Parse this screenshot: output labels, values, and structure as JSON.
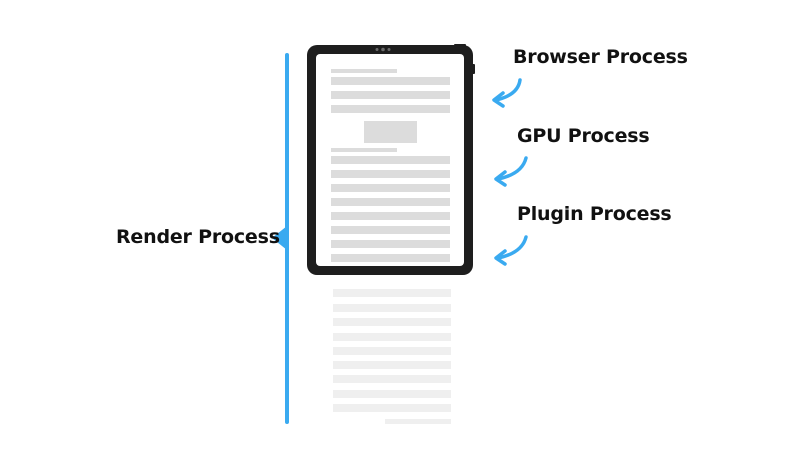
{
  "labels": {
    "browser": "Browser Process",
    "gpu": "GPU Process",
    "plugin": "Plugin Process",
    "render": "Render Process"
  },
  "colors": {
    "accent": "#3AAAF0",
    "device_frame": "#1E1E1E",
    "screen": "#FFFFFF",
    "content_bar": "#DCDCDC",
    "content_bar_faded": "#EFEFEF",
    "label_text": "#111111"
  },
  "icons": {
    "device": "tablet-icon",
    "arrow": "curved-arrow-icon",
    "pointer": "triangle-pointer-icon"
  }
}
